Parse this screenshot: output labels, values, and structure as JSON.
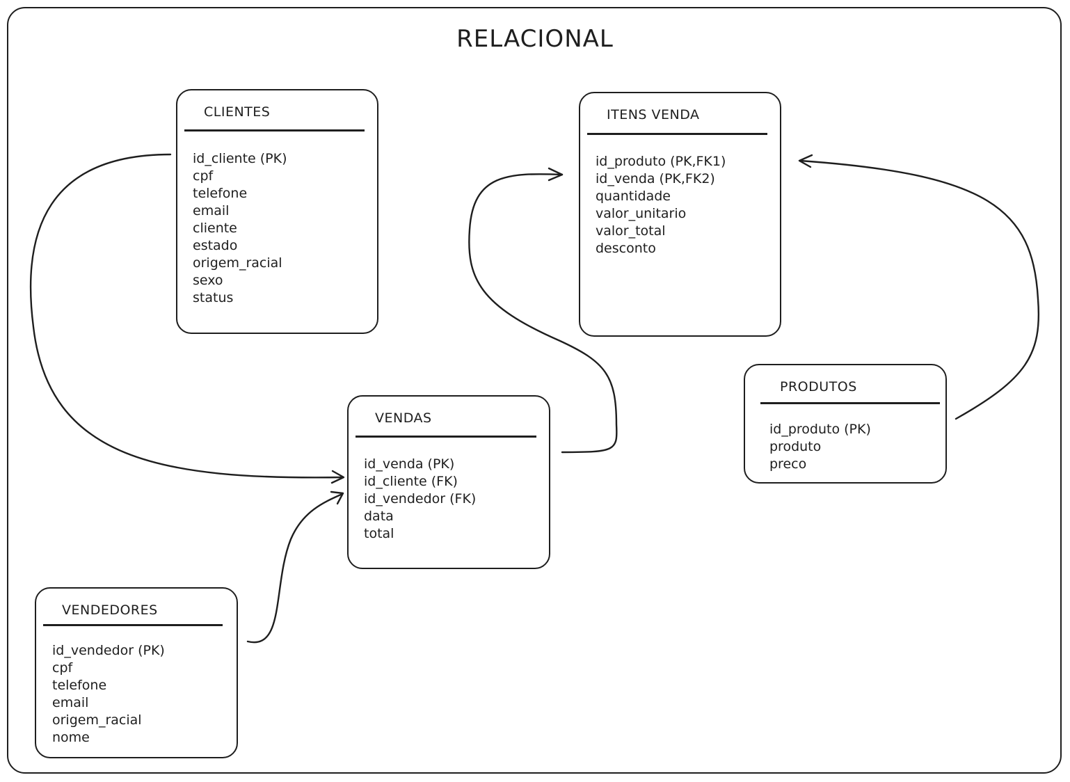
{
  "title": "RELACIONAL",
  "entities": {
    "clientes": {
      "name": "CLIENTES",
      "fields": [
        "id_cliente (PK)",
        "cpf",
        "telefone",
        "email",
        "cliente",
        "estado",
        "origem_racial",
        "sexo",
        "status"
      ]
    },
    "itens_venda": {
      "name": "ITENS VENDA",
      "fields": [
        "id_produto (PK,FK1)",
        "id_venda (PK,FK2)",
        "quantidade",
        "valor_unitario",
        "valor_total",
        "desconto"
      ]
    },
    "vendas": {
      "name": "VENDAS",
      "fields": [
        "id_venda (PK)",
        "id_cliente (FK)",
        "id_vendedor (FK)",
        "data",
        "total"
      ]
    },
    "produtos": {
      "name": "PRODUTOS",
      "fields": [
        "id_produto (PK)",
        "produto",
        "preco"
      ]
    },
    "vendedores": {
      "name": "VENDEDORES",
      "fields": [
        "id_vendedor (PK)",
        "cpf",
        "telefone",
        "email",
        "origem_racial",
        "nome"
      ]
    }
  },
  "relationships": [
    {
      "from": "clientes",
      "to": "vendas"
    },
    {
      "from": "vendedores",
      "to": "vendas"
    },
    {
      "from": "vendas",
      "to": "itens_venda"
    },
    {
      "from": "produtos",
      "to": "itens_venda"
    }
  ]
}
